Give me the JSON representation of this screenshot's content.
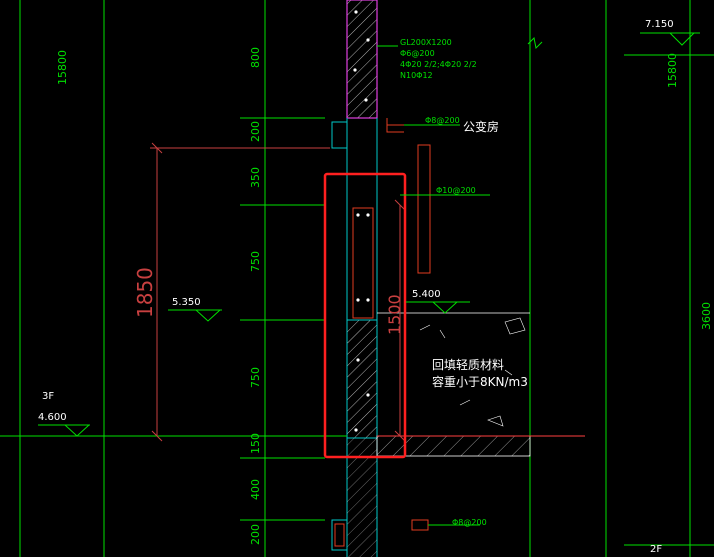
{
  "colors": {
    "background": "#000000",
    "green": "#00e000",
    "cyan": "#00c8c8",
    "white": "#ffffff",
    "red": "#e03c20",
    "magenta": "#e040e0",
    "highlight": "#ff2020",
    "dim_red": "#c84040"
  },
  "dims": {
    "left_total": "15800",
    "right_total": "15800",
    "far_right": "3600",
    "d800": "800",
    "d200a": "200",
    "d350": "350",
    "d750a": "750",
    "d750b": "750",
    "d150": "150",
    "d400": "400",
    "d200b": "200",
    "d1850": "1850",
    "d1500": "1500"
  },
  "levels": {
    "l7150": "7.150",
    "l5350": "5.350",
    "l5400": "5.400",
    "l4600": "4.600"
  },
  "floors": {
    "f3": "3F",
    "f2": "2F"
  },
  "annotations": {
    "gl_label": "GL200X1200",
    "gl_stirrup": "Φ6@200",
    "gl_bars": "4Φ20 2/2;4Φ20 2/2",
    "gl_n": "N10Φ12",
    "rebar_8_200_top": "Φ8@200",
    "room": "公变房",
    "rebar_10_200": "Φ10@200",
    "fill_line1": "回填轻质材料",
    "fill_line2": "容重小于8KN/m3",
    "rebar_8_200_bottom": "Φ8@200"
  }
}
